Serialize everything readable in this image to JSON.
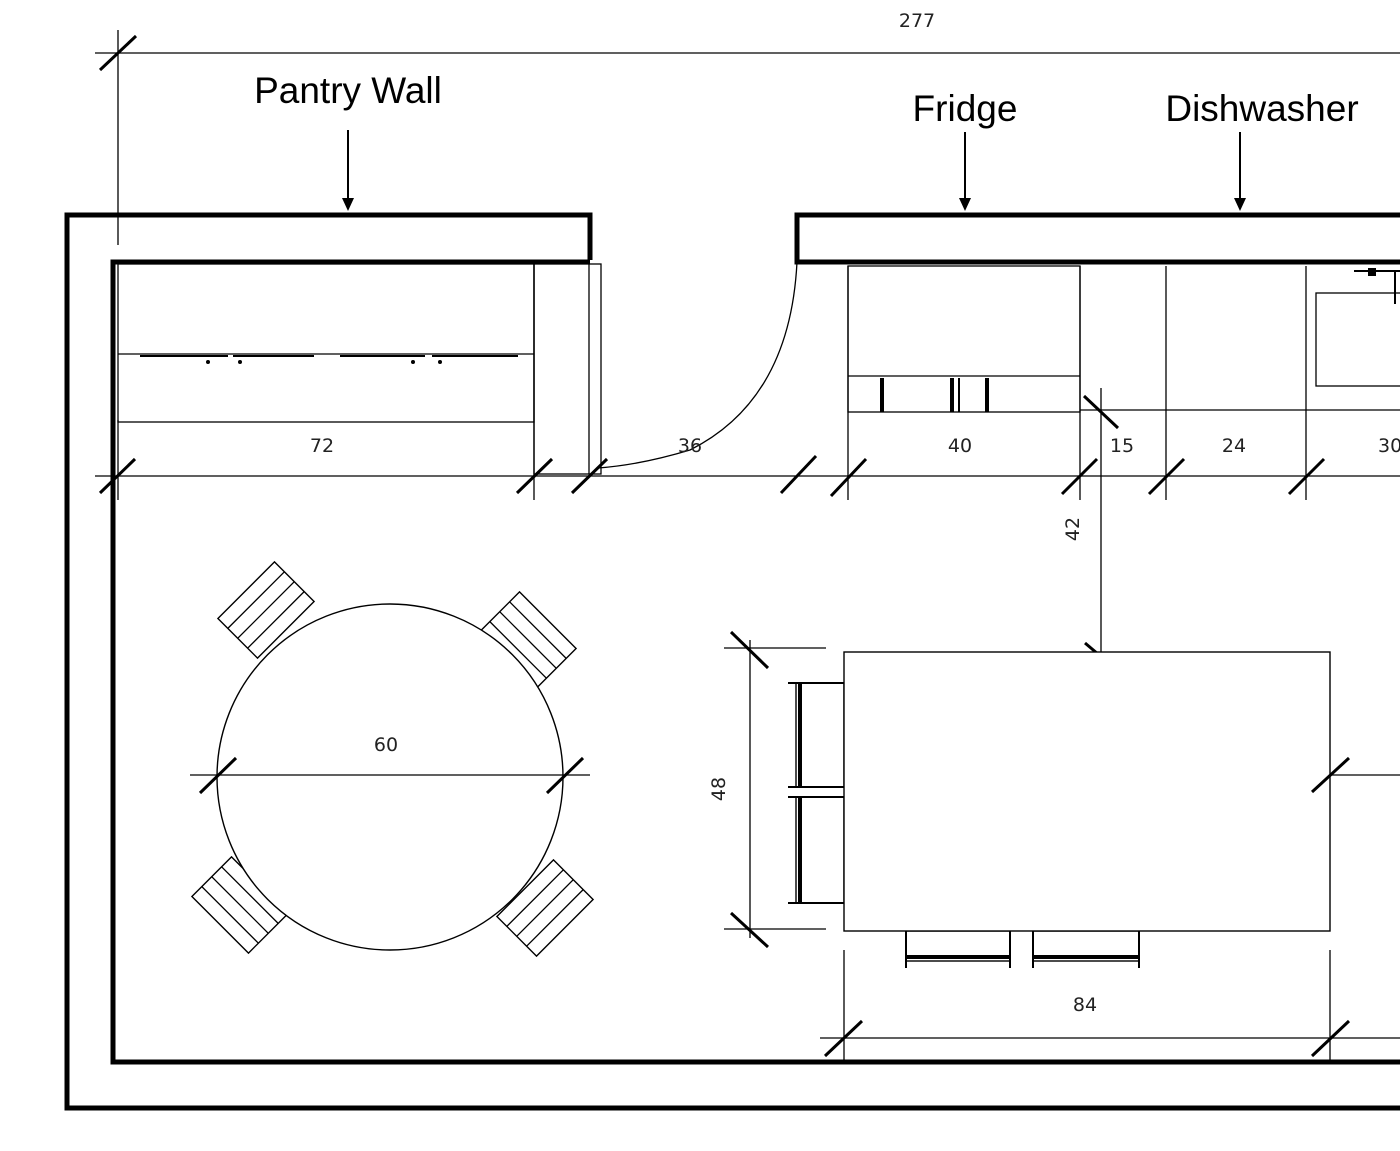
{
  "annotations": {
    "pantry_wall": "Pantry Wall",
    "fridge": "Fridge",
    "dishwasher": "Dishwasher"
  },
  "dimensions": {
    "overall_width": "277",
    "pantry_cabinet": "72",
    "door_opening": "36",
    "fridge_width": "40",
    "cabinet_15": "15",
    "cabinet_24": "24",
    "cabinet_30": "30",
    "aisle_clearance": "42",
    "round_table_diameter": "60",
    "rect_table_depth": "48",
    "rect_table_length": "84"
  }
}
